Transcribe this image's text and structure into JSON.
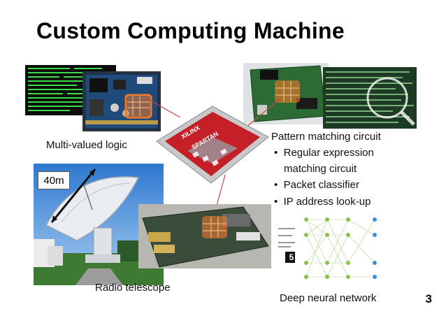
{
  "slide": {
    "title": "Custom Computing Machine",
    "page_number": "3"
  },
  "labels": {
    "multi_valued_logic": "Multi-valued logic",
    "pattern_matching": "Pattern matching circuit",
    "radio_telescope": "Radio telescope",
    "deep_neural_network": "Deep neural network",
    "dish_size": "40m"
  },
  "bullets": [
    "Regular expression",
    "matching circuit",
    "Packet classifier",
    "IP address look-up"
  ],
  "chip": {
    "brand": "XILINX",
    "model": "SPARTAN"
  },
  "nn_inset_number": "5",
  "colors": {
    "fpga_highlight": "#f07a2a",
    "chip_red": "#c51f28",
    "terminal_green": "#3fdc4a",
    "pcb_green": "#2c6b34",
    "sky_blue": "#3a86d8"
  }
}
